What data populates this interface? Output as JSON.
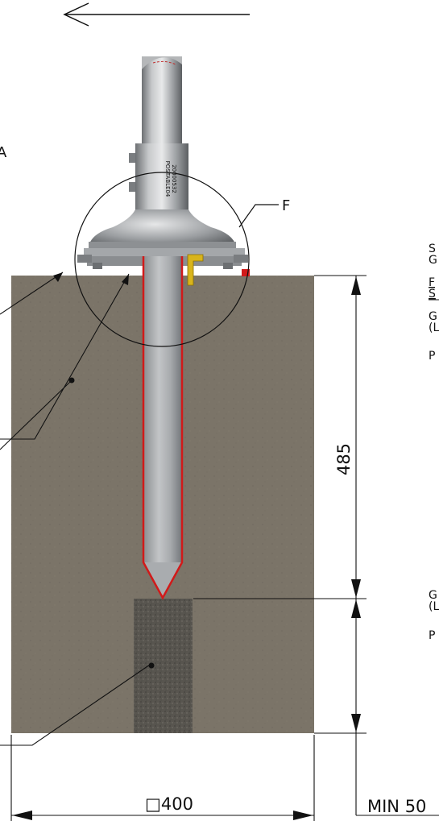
{
  "labels": {
    "detail_letter": "F",
    "section_letter": "A",
    "depth_dim": "485",
    "width_dim": "□400",
    "min_dim": "MIN 50"
  },
  "right_notes": [
    {
      "line1": "S",
      "line2": "G"
    },
    {
      "line1": "F",
      "line2": "S"
    },
    {
      "line1": "G",
      "line2": "(L"
    },
    {
      "line1": "P",
      "line2": ""
    },
    {
      "line1": "G",
      "line2": "(L"
    },
    {
      "line1": "P",
      "line2": ""
    }
  ],
  "colors": {
    "concrete": "#7b7468",
    "gravel": "#5a5752",
    "steel": "#a6a8aa",
    "seal": "#d11a1a",
    "earth_strap": "#d8b41c"
  },
  "marking": {
    "line1": "POSTABLE04",
    "line2": "20000532"
  }
}
